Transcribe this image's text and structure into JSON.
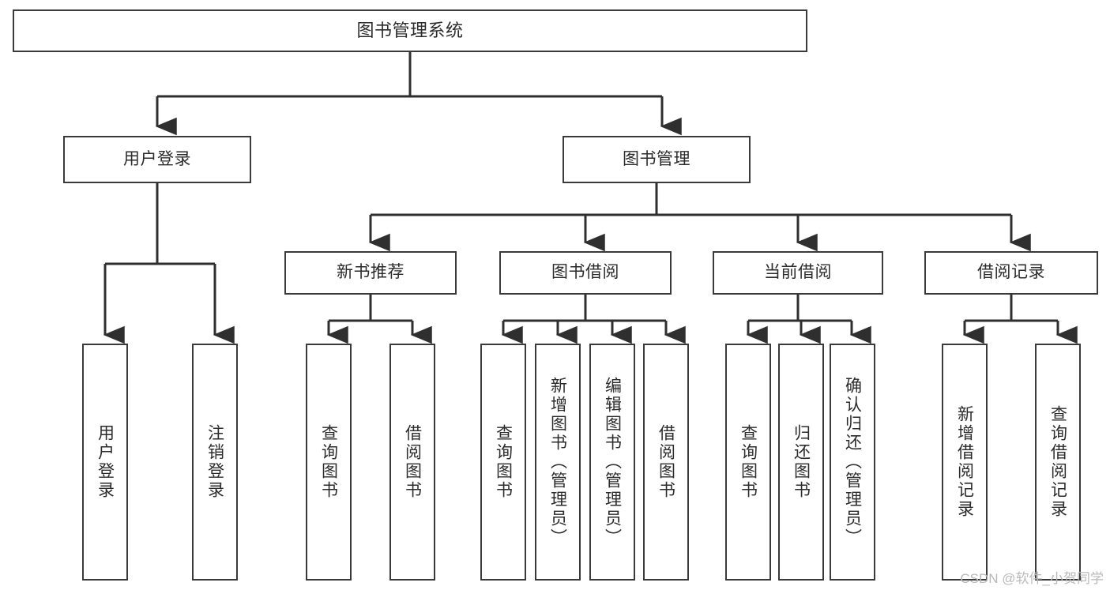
{
  "diagram": {
    "type": "tree-hierarchy",
    "title": "图书管理系统",
    "orientation": "top-down",
    "colors": {
      "box_border": "#3a3a3a",
      "box_fill": "#ffffff",
      "connector": "#2f2f2f",
      "text": "#2b2b2b",
      "watermark": "#b9b9b9",
      "background": "#ffffff"
    },
    "levels": {
      "level1": "root",
      "level2": "modules",
      "level3": "sub-modules",
      "level4": "leaf-functions"
    },
    "root": {
      "label": "图书管理系统"
    },
    "modules": [
      {
        "id": "user-login",
        "label": "用户登录"
      },
      {
        "id": "book-manage",
        "label": "图书管理"
      }
    ],
    "submodules": [
      {
        "id": "new-book-recommend",
        "label": "新书推荐",
        "parent": "book-manage"
      },
      {
        "id": "book-borrow",
        "label": "图书借阅",
        "parent": "book-manage"
      },
      {
        "id": "current-borrow",
        "label": "当前借阅",
        "parent": "book-manage"
      },
      {
        "id": "borrow-record",
        "label": "借阅记录",
        "parent": "book-manage"
      }
    ],
    "leaves": {
      "user-login": [
        {
          "id": "leaf-user-login",
          "label": "用户登录"
        },
        {
          "id": "leaf-user-logout",
          "label": "注销登录"
        }
      ],
      "new-book-recommend": [
        {
          "id": "leaf-query-book-1",
          "label": "查询图书"
        },
        {
          "id": "leaf-borrow-book-1",
          "label": "借阅图书"
        }
      ],
      "book-borrow": [
        {
          "id": "leaf-query-book-2",
          "label": "查询图书"
        },
        {
          "id": "leaf-add-book",
          "label": "新增图书（管理员）"
        },
        {
          "id": "leaf-edit-book",
          "label": "编辑图书（管理员）"
        },
        {
          "id": "leaf-borrow-book-2",
          "label": "借阅图书"
        }
      ],
      "current-borrow": [
        {
          "id": "leaf-query-book-3",
          "label": "查询图书"
        },
        {
          "id": "leaf-return-book",
          "label": "归还图书"
        },
        {
          "id": "leaf-confirm-return",
          "label": "确认归还（管理员）"
        }
      ],
      "borrow-record": [
        {
          "id": "leaf-add-record",
          "label": "新增借阅记录"
        },
        {
          "id": "leaf-query-record",
          "label": "查询借阅记录"
        }
      ]
    }
  },
  "watermark": {
    "text": "CSDN @软件_小贺同学"
  }
}
